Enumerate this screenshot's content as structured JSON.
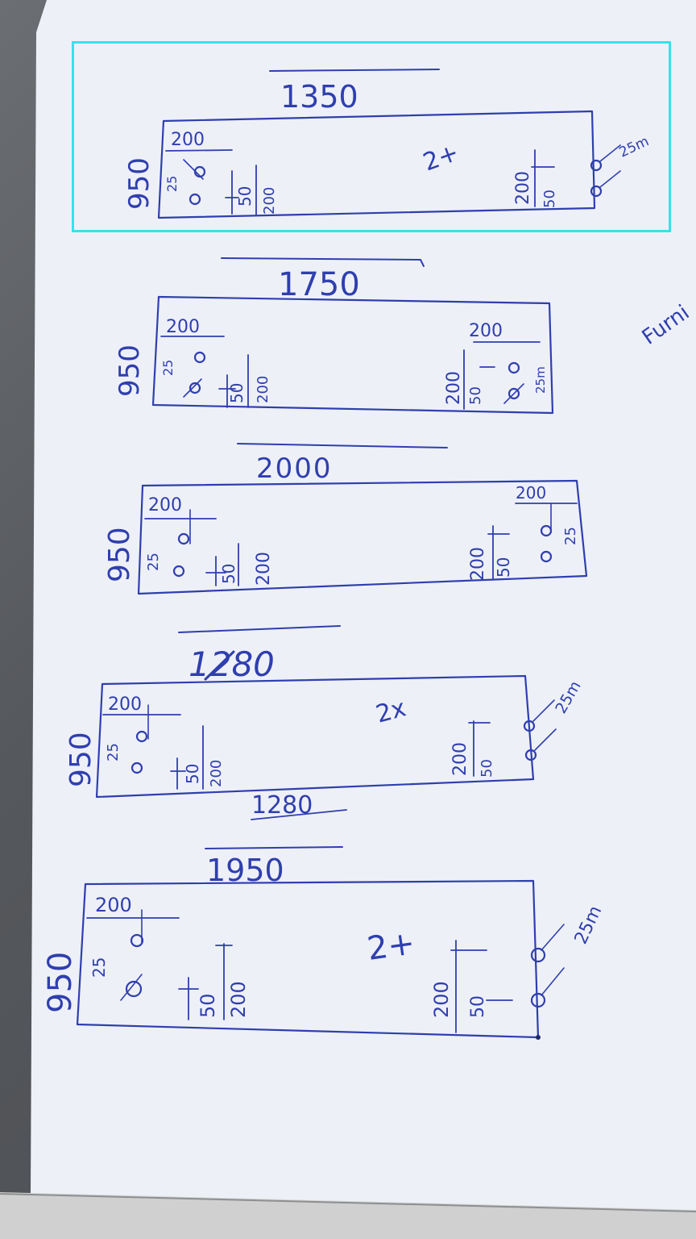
{
  "sketch": {
    "panels": [
      {
        "width": "1350",
        "height": "950",
        "corner_offset": "200",
        "hole_offset": "25",
        "mark_a": "50",
        "mark_b": "200",
        "right_mark_a": "200",
        "right_mark_b": "50",
        "hole_size": "25m",
        "count": "2+"
      },
      {
        "width": "1750",
        "height": "950",
        "corner_offset": "200",
        "hole_offset": "25",
        "mark_a": "50",
        "mark_b": "200",
        "right_mark_a": "200",
        "right_mark_b": "50",
        "right_corner": "200",
        "hole_size": "25m"
      },
      {
        "width": "2000",
        "height": "950",
        "corner_offset": "200",
        "hole_offset": "25",
        "mark_a": "50",
        "mark_b": "200",
        "right_mark_a": "200",
        "right_mark_b": "50",
        "right_corner": "200",
        "right_hole": "25"
      },
      {
        "width": "1280",
        "struck_width": "1280",
        "height": "950",
        "bottom_label": "1280",
        "corner_offset": "200",
        "hole_offset": "25",
        "mark_a": "50",
        "mark_b": "200",
        "right_mark_a": "200",
        "right_mark_b": "50",
        "hole_size": "25m",
        "count": "2x"
      },
      {
        "width": "1950",
        "height": "950",
        "corner_offset": "200",
        "hole_offset": "25",
        "mark_a": "50",
        "mark_b": "200",
        "right_mark_a": "200",
        "right_mark_b": "50",
        "hole_size": "25m",
        "count": "2+"
      }
    ],
    "margin_note": "Furni",
    "colors": {
      "ink": "#2f3fae",
      "paper": "#eef0f8",
      "selection": "#35e3ea"
    }
  }
}
